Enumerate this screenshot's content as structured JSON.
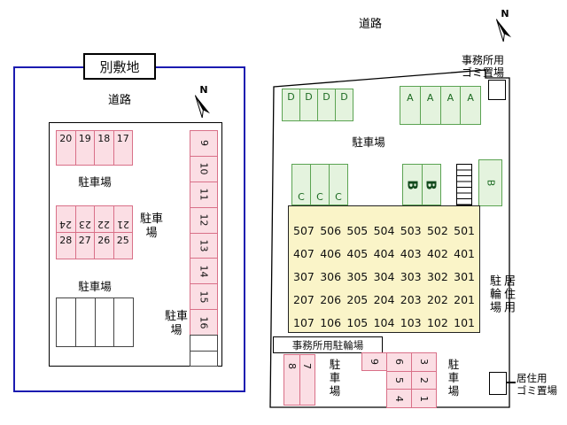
{
  "colors": {
    "boundary_blue": "#1b1bb0",
    "spot_pink_fill": "#fbdee4",
    "spot_pink_border": "#d97088",
    "spot_green_fill": "#e4f3de",
    "spot_green_border": "#5ba352",
    "building_yellow": "#faf4c8"
  },
  "left_site": {
    "title": "別敷地",
    "road_label": "道路",
    "compass": "N",
    "parking_label_upper": "駐車場",
    "parking_label_lower": "駐車場",
    "parking_label_mid_right": "駐車場",
    "parking_label_bottom_right": "駐車場",
    "top_row": [
      "20",
      "19",
      "18",
      "17"
    ],
    "mid_row_rotated": [
      "24",
      "23",
      "22",
      "21"
    ],
    "mid_row": [
      "28",
      "27",
      "26",
      "25"
    ],
    "right_column": [
      "9",
      "10",
      "11",
      "12",
      "13",
      "14",
      "15",
      "16"
    ]
  },
  "right_site": {
    "road_label": "道路",
    "compass": "N",
    "office_trash_line1": "事務所用",
    "office_trash_line2": "ゴミ置場",
    "parking_label_top": "駐車場",
    "d_row": [
      "D",
      "D",
      "D",
      "D"
    ],
    "a_row": [
      "A",
      "A",
      "A",
      "A"
    ],
    "c_row": [
      "C",
      "C",
      "C"
    ],
    "b_pair": [
      "B",
      "B"
    ],
    "b_single": "B",
    "building_rows": [
      [
        "507",
        "506",
        "505",
        "504",
        "503",
        "502",
        "501"
      ],
      [
        "407",
        "406",
        "405",
        "404",
        "403",
        "402",
        "401"
      ],
      [
        "307",
        "306",
        "305",
        "304",
        "303",
        "302",
        "301"
      ],
      [
        "207",
        "206",
        "205",
        "204",
        "203",
        "202",
        "201"
      ],
      [
        "107",
        "106",
        "105",
        "104",
        "103",
        "102",
        "101"
      ]
    ],
    "residential_bicycle_label": "居住用駐輪場",
    "office_bicycle_label": "事務所用駐輪場",
    "spots_87": [
      "8",
      "7"
    ],
    "spot_9": "9",
    "spots_654": [
      "6",
      "5",
      "4"
    ],
    "spots_321": [
      "3",
      "2",
      "1"
    ],
    "parking_label_bottom_left": "駐車場",
    "parking_label_bottom_right": "駐車場",
    "residential_trash_line1": "居住用",
    "residential_trash_line2": "ゴミ置場"
  }
}
